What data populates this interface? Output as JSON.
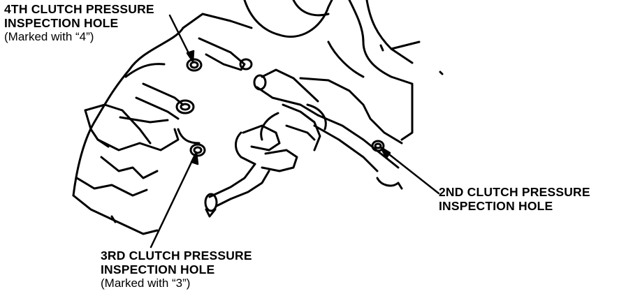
{
  "callouts": {
    "fourth": {
      "line1": "4TH CLUTCH PRESSURE",
      "line2": "INSPECTION HOLE",
      "note": "(Marked with “4”)"
    },
    "second": {
      "line1": "2ND CLUTCH PRESSURE",
      "line2": "INSPECTION HOLE"
    },
    "third": {
      "line1": "3RD CLUTCH PRESSURE",
      "line2": "INSPECTION HOLE",
      "note": "(Marked with “3”)"
    }
  },
  "colors": {
    "ink": "#000000",
    "paper": "#ffffff"
  }
}
